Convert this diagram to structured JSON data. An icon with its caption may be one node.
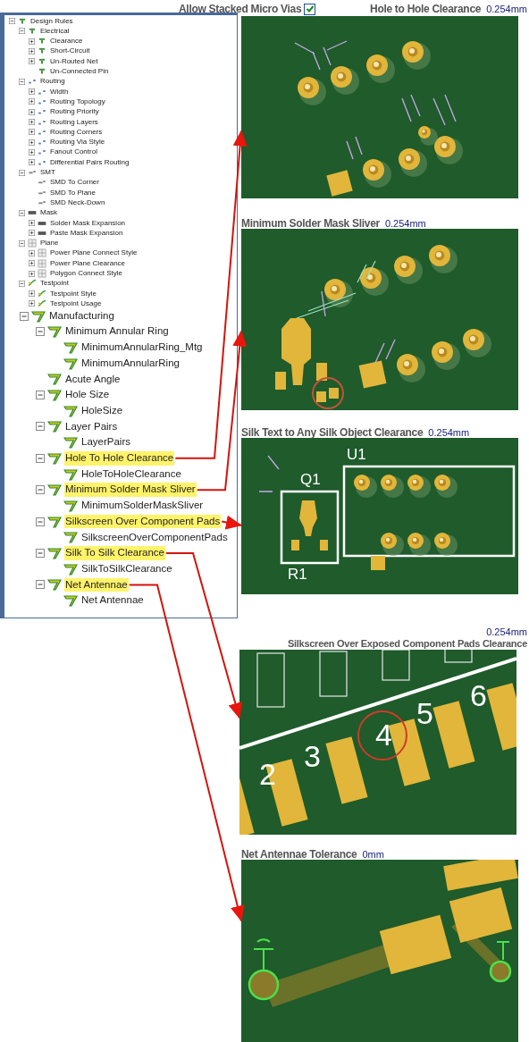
{
  "diagram": {
    "nodes": [
      {
        "text": [
          "Design Rules"
        ]
      },
      {
        "text": [
          "Electrical"
        ]
      },
      {
        "text": [
          "Clearance"
        ]
      },
      {
        "text": [
          "Short-Circuit"
        ]
      },
      {
        "text": [
          "Un-Routed Net"
        ]
      },
      {
        "text": [
          "Un-Connected Pin"
        ]
      },
      {
        "text": [
          "Routing"
        ]
      },
      {
        "text": [
          "Width"
        ]
      },
      {
        "text": [
          "Routing Topology"
        ]
      },
      {
        "text": [
          "Routing Priority"
        ]
      },
      {
        "text": [
          "Routing Layers"
        ]
      },
      {
        "text": [
          "Routing Corners"
        ]
      },
      {
        "text": [
          "Routing Via Style"
        ]
      },
      {
        "text": [
          "Fanout Control"
        ]
      },
      {
        "text": [
          "Differential Pairs Routing"
        ]
      },
      {
        "text": [
          "SMT"
        ]
      },
      {
        "text": [
          "SMD To Corner"
        ]
      },
      {
        "text": [
          "SMD To Plane"
        ]
      },
      {
        "text": [
          "SMD Neck-Down"
        ]
      },
      {
        "text": [
          "Mask"
        ]
      },
      {
        "text": [
          "Solder Mask Expansion"
        ]
      },
      {
        "text": [
          "Paste Mask Expansion"
        ]
      },
      {
        "text": [
          "Plane"
        ]
      },
      {
        "text": [
          "Power Plane Connect Style"
        ]
      },
      {
        "text": [
          "Power Plane Clearance"
        ]
      },
      {
        "text": [
          "Polygon Connect Style"
        ]
      },
      {
        "text": [
          "Testpoint"
        ]
      },
      {
        "text": [
          "Testpoint Style"
        ]
      },
      {
        "text": [
          "Testpoint Usage"
        ]
      },
      {
        "text": [
          "Manufacturing"
        ]
      },
      {
        "text": [
          "Minimum Annular Ring"
        ]
      },
      {
        "text": [
          "MinimumAnnularRing_Mtg"
        ]
      },
      {
        "text": [
          "MinimumAnnularRing"
        ]
      },
      {
        "text": [
          "Acute Angle"
        ]
      },
      {
        "text": [
          "Hole Size"
        ]
      },
      {
        "text": [
          "HoleSize"
        ]
      },
      {
        "text": [
          "Layer Pairs"
        ]
      },
      {
        "text": [
          "LayerPairs"
        ]
      },
      {
        "text": [
          "Hole To Hole Clearance"
        ]
      },
      {
        "text": [
          "HoleToHoleClearance"
        ]
      },
      {
        "text": [
          "Minimum Solder Mask Sliver"
        ]
      },
      {
        "text": [
          "MinimumSolderMaskSliver"
        ]
      },
      {
        "text": [
          "Silkscreen Over Component Pads"
        ]
      },
      {
        "text": [
          "SilkscreenOverComponentPads"
        ]
      },
      {
        "text": [
          "Silk To Silk Clearance"
        ]
      },
      {
        "text": [
          "SilkToSilkClearance"
        ]
      },
      {
        "text": [
          "Net Antennae"
        ]
      },
      {
        "text": [
          "Net Antennae"
        ]
      },
      {
        "text": [
          "Hole to Hole Clearance",
          "0.254mm"
        ]
      },
      {
        "text": [
          "Minimum Solder Mask Sliver",
          "0.254mm"
        ]
      },
      {
        "text": [
          "Silk Text to Any Silk Object Clearance",
          "0.254mm"
        ]
      },
      {
        "text": [
          "0.254mm",
          "Silkscreen Over Exposed Component Pads Clearance"
        ]
      },
      {
        "text": [
          "Net Antennae Tolerance",
          "0mm"
        ]
      }
    ],
    "edges": [
      {
        "from": 38,
        "to": 48,
        "arrow": "to"
      },
      {
        "from": 40,
        "to": 49,
        "arrow": "to"
      },
      {
        "from": 42,
        "to": 50,
        "arrow": "to"
      },
      {
        "from": 44,
        "to": 51,
        "arrow": "to"
      },
      {
        "from": 46,
        "to": 52,
        "arrow": "to"
      }
    ],
    "labels": [
      "Allow Stacked Micro Vias",
      "Q1",
      "U1",
      "R1",
      "2",
      "3",
      "4",
      "5",
      "6"
    ]
  }
}
